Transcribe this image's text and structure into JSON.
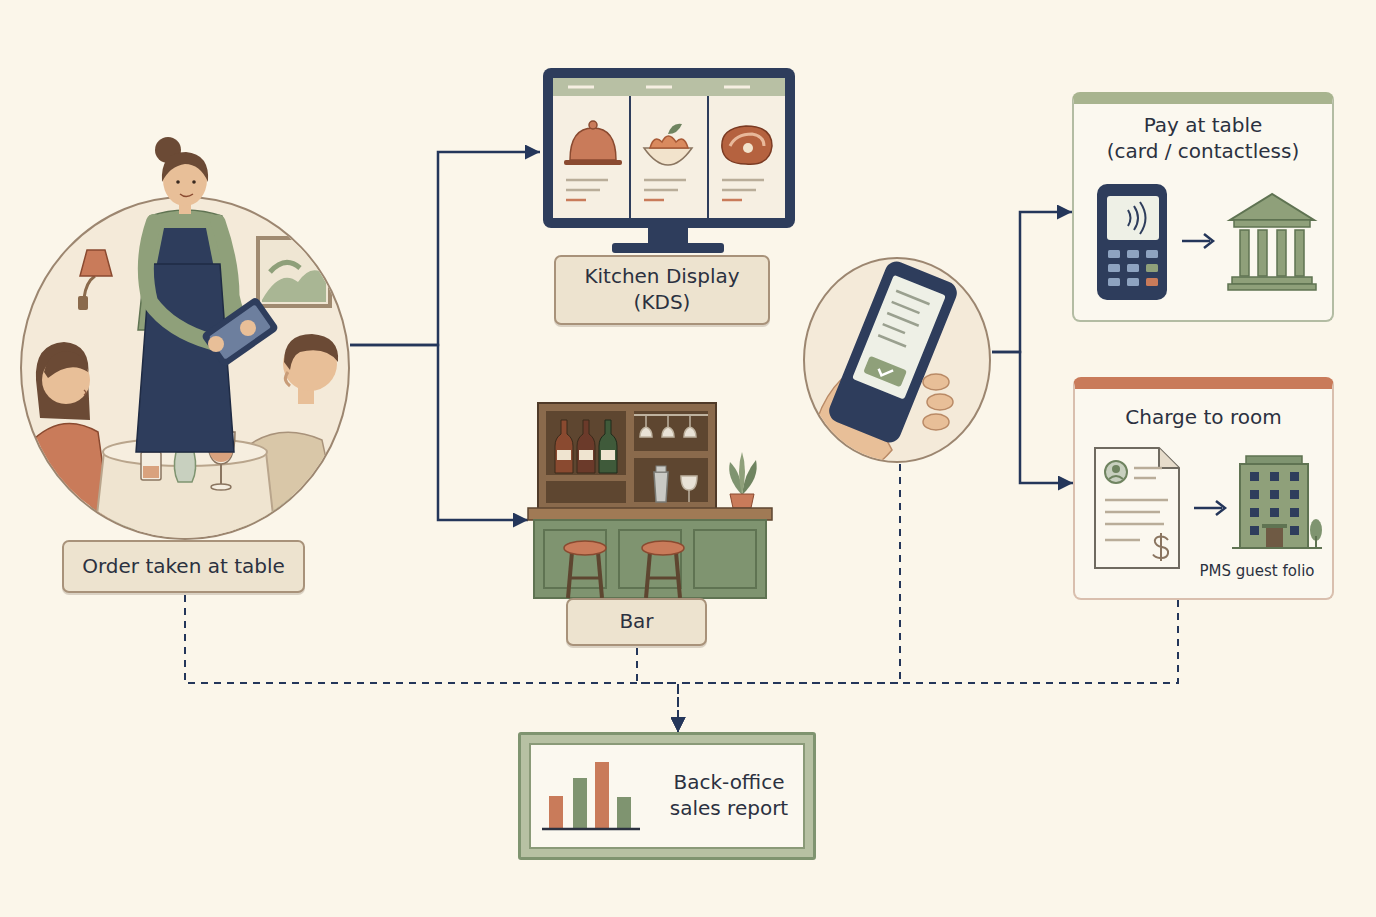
{
  "diagram": {
    "nodes": [
      {
        "text": [
          "Order taken at table"
        ]
      },
      {
        "text": [
          "Kitchen Display (KDS)"
        ]
      },
      {
        "text": [
          "Bar"
        ]
      },
      {
        "text": []
      },
      {
        "text": [
          "Pay at table",
          "(card / contactless)"
        ]
      },
      {
        "text": [
          "Charge to room",
          "PMS guest folio"
        ]
      },
      {
        "text": [
          "Back-office sales report"
        ]
      }
    ],
    "edges": [
      {
        "from": 0,
        "to": 1,
        "arrow": "to"
      },
      {
        "from": 0,
        "to": 2,
        "arrow": "to"
      },
      {
        "from": 3,
        "to": 4,
        "arrow": "to"
      },
      {
        "from": 3,
        "to": 5,
        "arrow": "to"
      },
      {
        "from": 0,
        "to": 6,
        "arrow": "to"
      },
      {
        "from": 2,
        "to": 6,
        "arrow": "to"
      },
      {
        "from": 3,
        "to": 6,
        "arrow": "to"
      },
      {
        "from": 5,
        "to": 6,
        "arrow": "to"
      }
    ]
  }
}
